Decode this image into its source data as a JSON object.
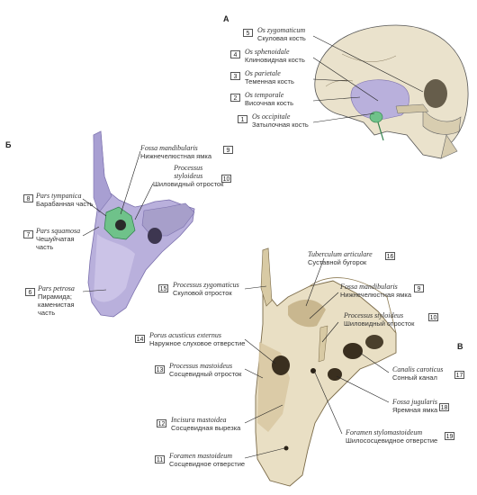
{
  "panels": {
    "a": "А",
    "b": "Б",
    "v": "В"
  },
  "skull_labels": [
    {
      "n": "5",
      "lat": "Os zygomaticum",
      "rus": "Скуловая кость"
    },
    {
      "n": "4",
      "lat": "Os sphenoidale",
      "rus": "Клиновидная кость"
    },
    {
      "n": "3",
      "lat": "Os parietale",
      "rus": "Теменная кость"
    },
    {
      "n": "2",
      "lat": "Os temporale",
      "rus": "Височная кость"
    },
    {
      "n": "1",
      "lat": "Os occipitale",
      "rus": "Затылочная кость"
    }
  ],
  "b_labels": [
    {
      "n": "9",
      "lat": "Fossa mandibularis",
      "rus": "Нижнечелюстная ямка"
    },
    {
      "n": "10",
      "lat": "Processus styloideus",
      "rus": "Шиловидный отросток"
    },
    {
      "n": "8",
      "lat": "Pars tympanica",
      "rus": "Барабанная часть"
    },
    {
      "n": "7",
      "lat": "Pars squamosa",
      "rus": "Чешуйчатая часть"
    },
    {
      "n": "6",
      "lat": "Pars petrosa",
      "rus": "Пирамида; каменистая часть"
    }
  ],
  "v_labels": [
    {
      "n": "16",
      "lat": "Tuberculum articulare",
      "rus": "Суставной бугорок"
    },
    {
      "n": "15",
      "lat": "Processus zygomaticus",
      "rus": "Скуловой отросток"
    },
    {
      "n": "9",
      "lat": "Fossa mandibularis",
      "rus": "Нижнечелюстная ямка"
    },
    {
      "n": "10",
      "lat": "Processus styloideus",
      "rus": "Шиловидный отросток"
    },
    {
      "n": "14",
      "lat": "Porus acusticus externus",
      "rus": "Наружное слуховое отверстие"
    },
    {
      "n": "13",
      "lat": "Processus mastoideus",
      "rus": "Сосцевидный отросток"
    },
    {
      "n": "17",
      "lat": "Canalis caroticus",
      "rus": "Сонный канал"
    },
    {
      "n": "18",
      "lat": "Fossa jugularis",
      "rus": "Яремная ямка"
    },
    {
      "n": "12",
      "lat": "Incisura mastoidea",
      "rus": "Сосцевидная вырезка"
    },
    {
      "n": "19",
      "lat": "Foramen stylomastoideum",
      "rus": "Шилососцевидное отверстие"
    },
    {
      "n": "11",
      "lat": "Foramen mastoideum",
      "rus": "Сосцевидное отверстие"
    }
  ],
  "colors": {
    "bone": "#e9dfc4",
    "bone_shade": "#c9b78f",
    "purple": "#b9b0dc",
    "purple_dark": "#8c7fbe",
    "green": "#6fc28a",
    "line": "#222222"
  }
}
